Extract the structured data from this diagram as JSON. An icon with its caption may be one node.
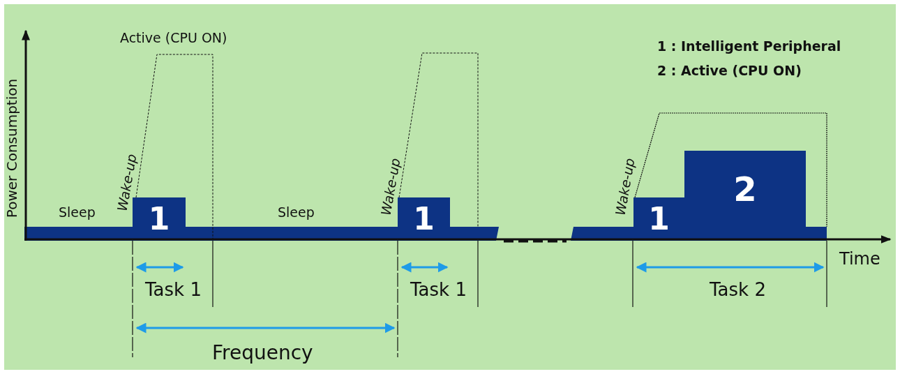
{
  "diagram": {
    "nodes": [
      {
        "text": [
          "1"
        ]
      },
      {
        "text": [
          "1"
        ]
      },
      {
        "text": [
          "1"
        ]
      },
      {
        "text": [
          "2"
        ]
      }
    ],
    "labels": [
      "Active (CPU ON)",
      "1 : Intelligent Peripheral",
      "2 : Active (CPU ON)",
      "Power Consumption",
      "Sleep",
      "Wake-up",
      "Sleep",
      "Wake-up",
      "Wake-up",
      "Time",
      "Task 1",
      "Task 1",
      "Task 2",
      "Frequency"
    ]
  }
}
